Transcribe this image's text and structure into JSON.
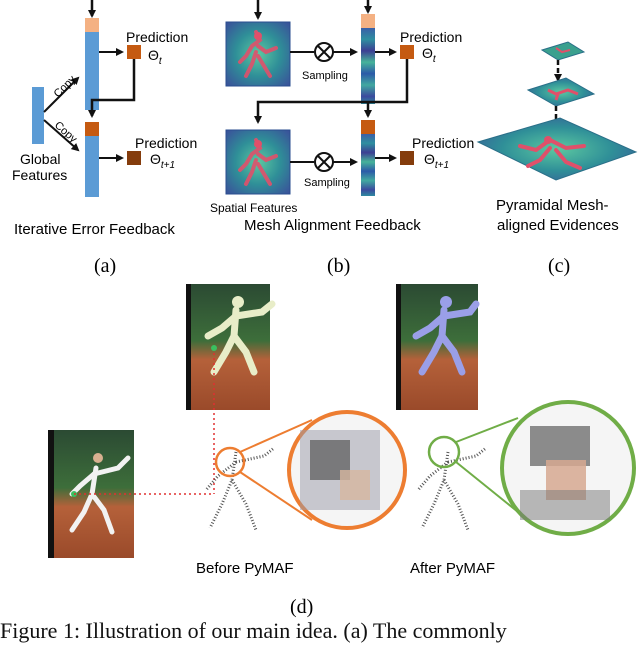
{
  "panel_a": {
    "title": "Iterative Error Feedback",
    "label": "(a)",
    "global_features": [
      "Global",
      "Features"
    ],
    "copy_top": "Copy",
    "copy_bottom": "Copy",
    "prediction_top": "Prediction",
    "theta_top": "Θ",
    "theta_top_sub": "t",
    "prediction_bottom": "Prediction",
    "theta_bottom": "Θ",
    "theta_bottom_sub": "t+1"
  },
  "panel_b": {
    "title": "Mesh Alignment Feedback",
    "label": "(b)",
    "spatial_features": "Spatial Features",
    "sampling_top": "Sampling",
    "sampling_bottom": "Sampling",
    "prediction_top": "Prediction",
    "theta_top": "Θ",
    "theta_top_sub": "t",
    "prediction_bottom": "Prediction",
    "theta_bottom": "Θ",
    "theta_bottom_sub": "t+1"
  },
  "panel_c": {
    "title_line1": "Pyramidal Mesh-",
    "title_line2": "aligned Evidences",
    "label": "(c)"
  },
  "panel_d": {
    "before_label": "Before PyMAF",
    "after_label": "After PyMAF",
    "label": "(d)"
  },
  "caption": "Figure 1: Illustration of our main idea. (a) The commonly",
  "colors": {
    "feature_blue": "#5b9bd5",
    "feature_peach": "#f4b183",
    "pred_orange": "#c55a11",
    "pred_brown": "#843c0c",
    "before_orange": "#ed7d31",
    "after_green": "#70ad47",
    "dotted_red": "#e03030"
  }
}
